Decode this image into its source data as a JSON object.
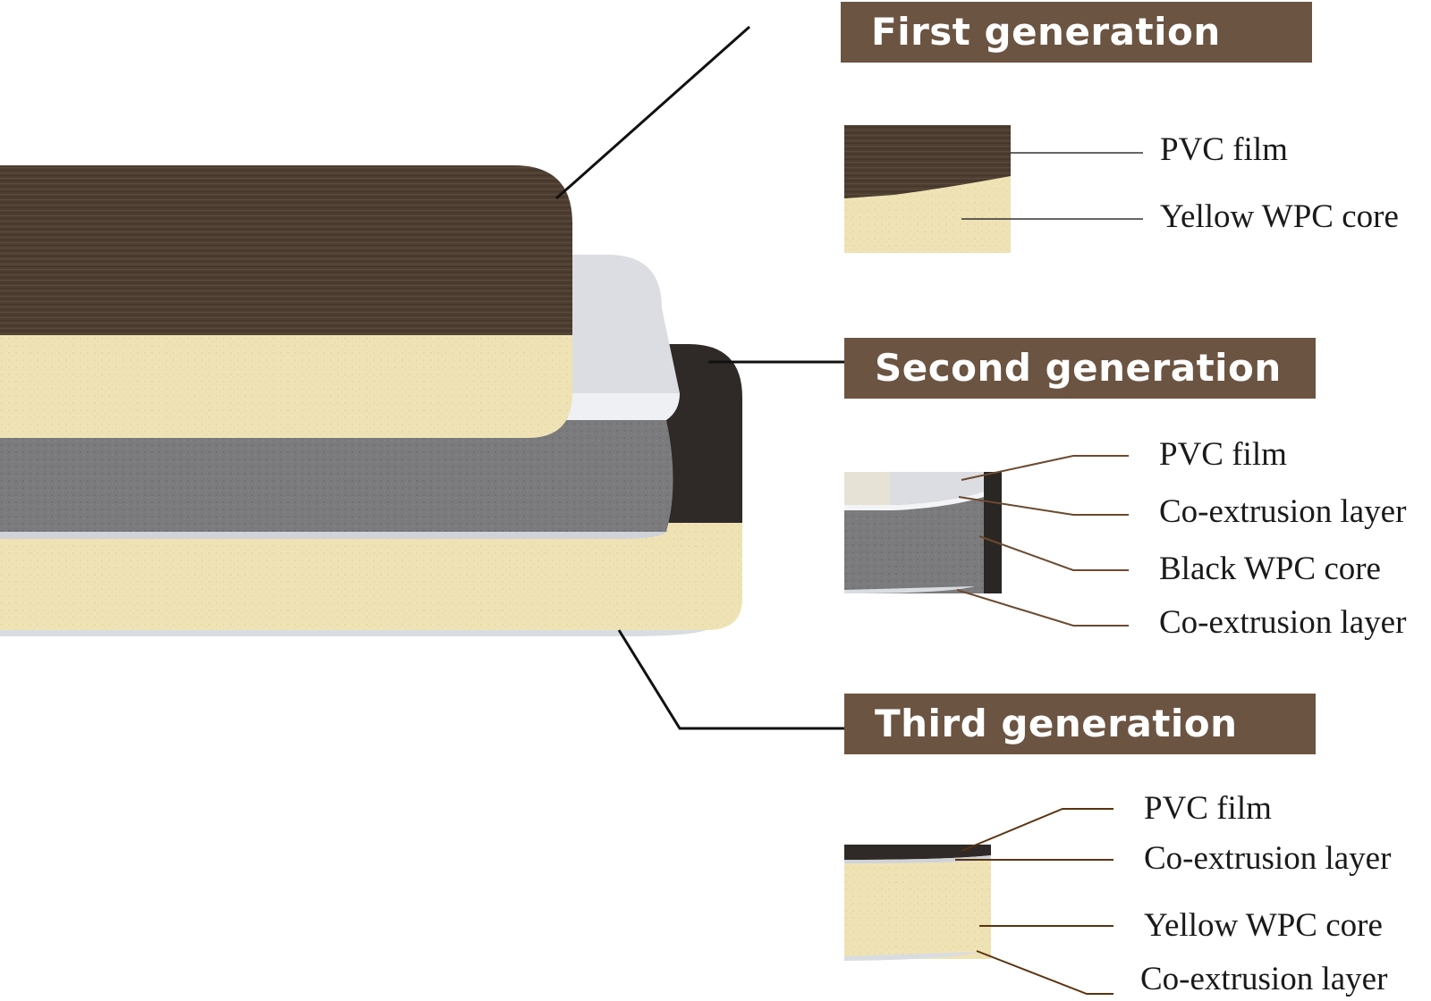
{
  "colors": {
    "header_bg": "#6b5442",
    "film_brown": "#4a3c30",
    "yellow_core": "#efe3b6",
    "black_core": "#7a7a7c",
    "coex_layer": "#d9dde2",
    "leader_line": "#6b4a2e"
  },
  "generations": [
    {
      "title": "First generation",
      "layers": [
        "PVC film",
        "Yellow WPC core"
      ]
    },
    {
      "title": "Second generation",
      "layers": [
        "PVC film",
        "Co-extrusion layer",
        "Black WPC core",
        "Co-extrusion layer"
      ]
    },
    {
      "title": "Third generation",
      "layers": [
        "PVC film",
        "Co-extrusion layer",
        "Yellow WPC core",
        "Co-extrusion layer"
      ]
    }
  ]
}
